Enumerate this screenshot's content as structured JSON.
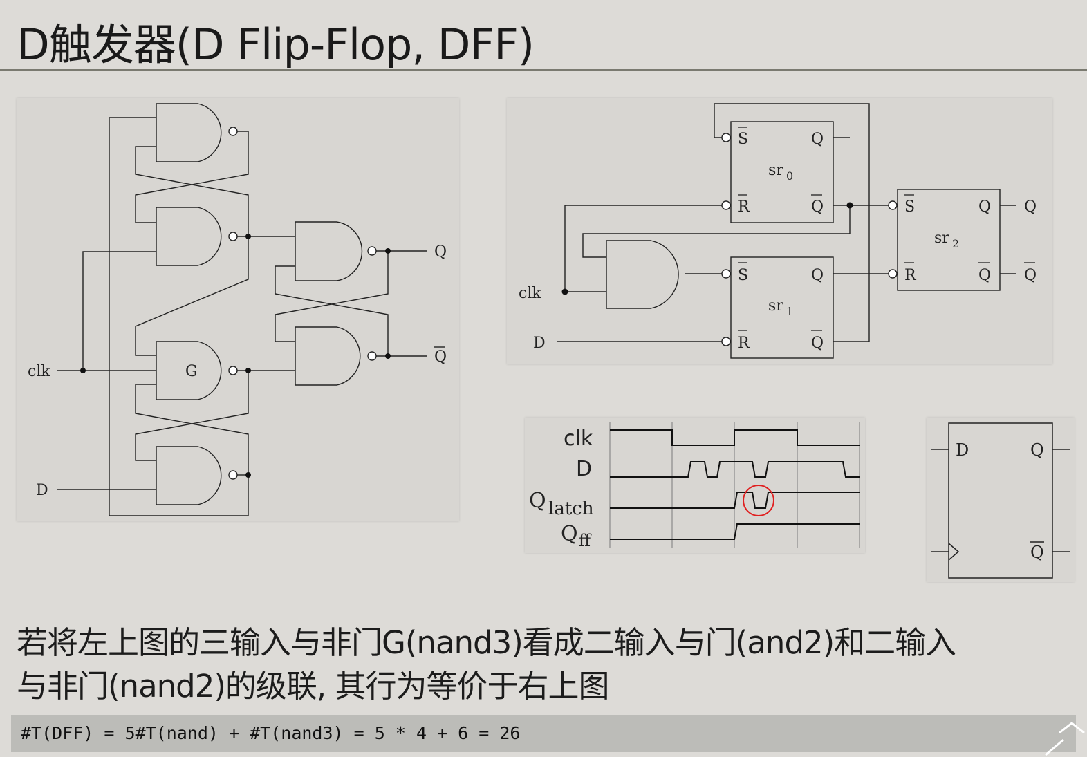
{
  "title": "D触发器(D Flip-Flop, DFF)",
  "left_circuit": {
    "labels": {
      "clk": "clk",
      "d": "D",
      "g": "G",
      "q": "Q",
      "qbar": "Q"
    }
  },
  "right_circuit": {
    "sr0": {
      "name": "sr",
      "sub": "0",
      "s": "S",
      "r": "R",
      "q": "Q",
      "qbar": "Q"
    },
    "sr1": {
      "name": "sr",
      "sub": "1",
      "s": "S",
      "r": "R",
      "q": "Q",
      "qbar": "Q"
    },
    "sr2": {
      "name": "sr",
      "sub": "2",
      "s": "S",
      "r": "R",
      "q": "Q",
      "qbar": "Q"
    },
    "inputs": {
      "clk": "clk",
      "d": "D"
    },
    "outputs": {
      "q": "Q",
      "qbar": "Q"
    }
  },
  "timing": {
    "signals": [
      "clk",
      "D",
      "Q",
      "Q"
    ],
    "subscripts": {
      "latch": "latch",
      "ff": "ff"
    },
    "highlight_color": "#e02020"
  },
  "dff_symbol": {
    "d": "D",
    "q": "Q",
    "qbar": "Q"
  },
  "body": {
    "line1": "若将左上图的三输入与非门G(nand3)看成二输入与门(and2)和二输入",
    "line2": "与非门(nand2)的级联, 其行为等价于右上图"
  },
  "formula": "#T(DFF) = 5#T(nand) + #T(nand3) = 5 * 4 + 6 = 26"
}
